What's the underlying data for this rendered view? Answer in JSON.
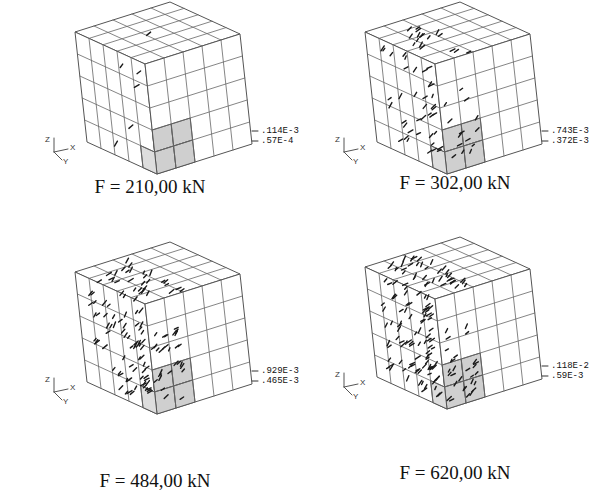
{
  "diagram": {
    "labels": [
      "Z",
      "X",
      "Y",
      ".114E-3",
      ".57E-4",
      "F = 210,00 kN",
      "Z",
      "X",
      "Y",
      ".743E-3",
      ".372E-3",
      "F = 302,00 kN",
      "Z",
      "X",
      "Y",
      ".929E-3",
      ".465E-3",
      "F = 484,00 kN",
      "Z",
      "X",
      "Y",
      ".118E-2",
      ".59E-3",
      "F = 620,00 kN"
    ]
  }
}
